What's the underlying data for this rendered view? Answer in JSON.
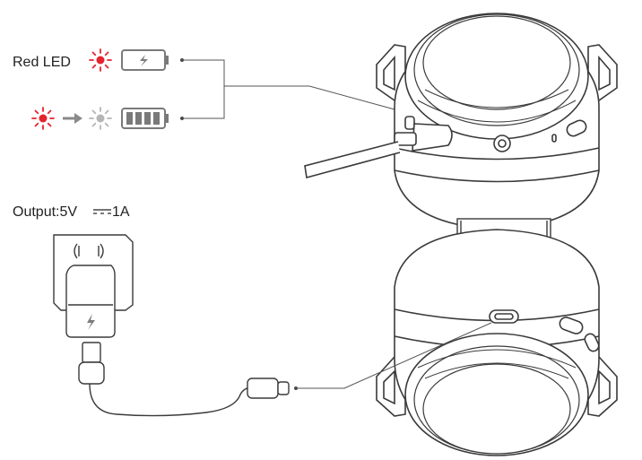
{
  "labels": {
    "red_led": "Red LED",
    "output": "Output:5V",
    "output_current": "1A"
  },
  "indicators": {
    "charging": {
      "led_icon": "red-led-icon",
      "battery_icon": "battery-charging-icon"
    },
    "charged": {
      "led_from_icon": "red-led-icon",
      "arrow_icon": "arrow-right-icon",
      "led_to_icon": "grey-led-icon",
      "battery_icon": "battery-full-icon",
      "battery_level": 1.0
    }
  },
  "colors": {
    "red_led": "#e5232e",
    "grey_led": "#9a9a9a",
    "line": "#4a4a4a",
    "battery_red": "#e5232e"
  }
}
